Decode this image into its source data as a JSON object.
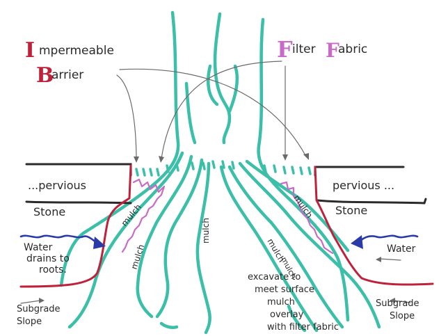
{
  "labels": {
    "impermeable_initial_1": "I",
    "impermeable_rest_1": "mpermeable",
    "barrier_initial": "B",
    "barrier_rest": "arrier",
    "filter_initial": "F",
    "filter_rest": "ilter",
    "fabric_initial": "F",
    "fabric_rest": "abric",
    "pervious_left": "...pervious",
    "stone_left": "Stone",
    "pervious_right": "pervious ...",
    "stone_right": "Stone",
    "water_drains_1": "Water",
    "water_drains_2": "drains to",
    "water_drains_3": "roots.",
    "water_right": "Water",
    "subgrade_left_1": "Subgrade",
    "subgrade_left_2": "Slope",
    "subgrade_right_1": "Subgrade",
    "subgrade_right_2": "Slope",
    "mulch_1": "mulch",
    "mulch_2": "mulch",
    "mulch_3": "mulch",
    "mulch_4": "mulch",
    "mulch_5": "mulch",
    "mulch_6": "mulch",
    "excavate_1": "excavate to",
    "excavate_2": "meet surface",
    "excavate_3": "mulch",
    "excavate_4": "overlay",
    "excavate_5": "with filter fabric"
  },
  "colors": {
    "ink_black": "#2a2a2a",
    "ink_teal": "#3bbfa8",
    "ink_red": "#c0213a",
    "ink_pink": "#c86ac8",
    "ink_blue": "#2a3aa8",
    "ink_grey": "#6a6a6a",
    "paper": "#ffffff"
  }
}
